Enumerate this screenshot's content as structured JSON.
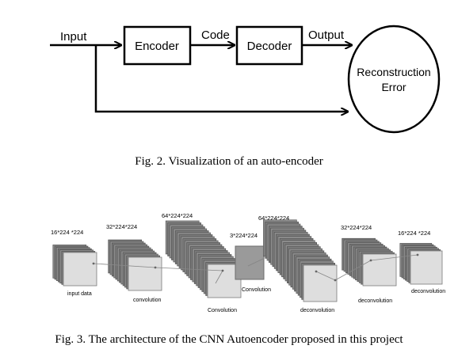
{
  "fig2": {
    "input_label": "Input",
    "encoder_label": "Encoder",
    "code_label": "Code",
    "decoder_label": "Decoder",
    "output_label": "Output",
    "error_line1": "Reconstruction",
    "error_line2": "Error",
    "caption": "Fig. 2.  Visualization of an auto-encoder"
  },
  "fig3": {
    "caption": "Fig. 3.  The architecture of the CNN Autoencoder proposed in this project",
    "blocks": [
      {
        "dims": "16*224 *224",
        "name": "input data"
      },
      {
        "dims": "32*224*224",
        "name": "convolution"
      },
      {
        "dims": "64*224*224",
        "name": "Convolution"
      },
      {
        "dims": "3*224*224",
        "name": "Convolution"
      },
      {
        "dims": "64*224*224",
        "name": "deconvolution"
      },
      {
        "dims": "32*224*224",
        "name": "deconvolution"
      },
      {
        "dims": "16*224 *224",
        "name": "deconvolution"
      }
    ]
  }
}
